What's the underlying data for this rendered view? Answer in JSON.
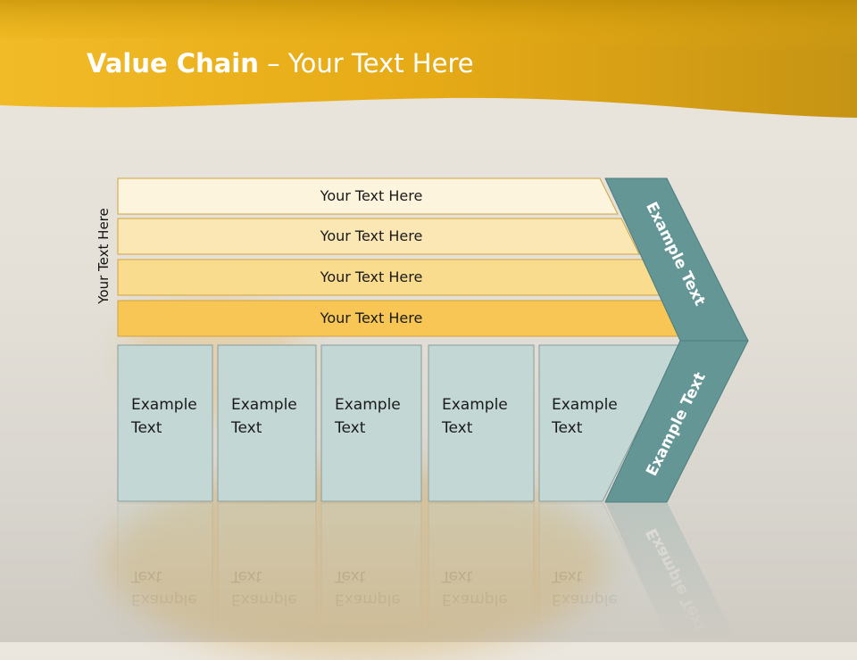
{
  "slide": {
    "title_bold": "Value Chain",
    "title_rest": " – Your Text Here",
    "side_label": "Your Text Here"
  },
  "rows": [
    {
      "label": "Your Text Here",
      "color": "#fcf4dc"
    },
    {
      "label": "Your Text Here",
      "color": "#fbe7b4"
    },
    {
      "label": "Your Text Here",
      "color": "#fadc8f"
    },
    {
      "label": "Your Text Here",
      "color": "#f7c655"
    }
  ],
  "boxes": [
    {
      "line1": "Example",
      "line2": "Text"
    },
    {
      "line1": "Example",
      "line2": "Text"
    },
    {
      "line1": "Example",
      "line2": "Text"
    },
    {
      "line1": "Example",
      "line2": "Text"
    },
    {
      "line1": "Example",
      "line2": "Text"
    }
  ],
  "chevron": {
    "upper_text": "Example Text",
    "lower_text": "Example Text",
    "color": "#649696"
  },
  "colors": {
    "header_gold": "#efb212",
    "box_fill": "#c3d7d5",
    "box_border": "#8a9c9a"
  }
}
